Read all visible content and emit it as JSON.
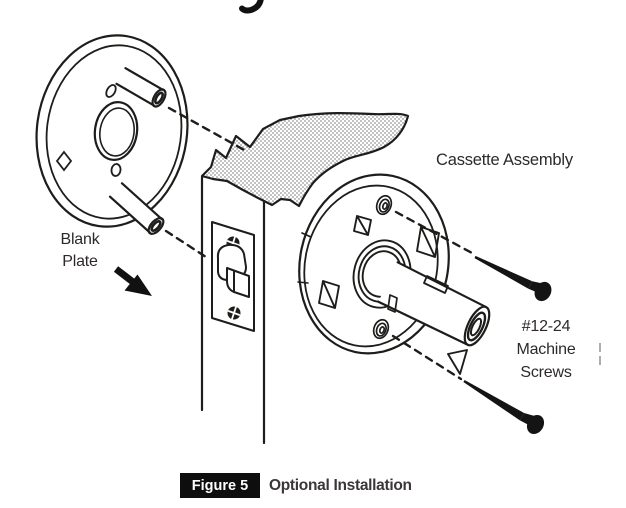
{
  "figure": {
    "caption_label": "Figure 5",
    "caption_title": "Optional Installation",
    "truncated_title_fragment": "y"
  },
  "callouts": {
    "blank_plate": [
      "Blank",
      "Plate"
    ],
    "cassette_assembly": "Cassette Assembly",
    "machine_screws": [
      "#12-24",
      "Machine",
      "Screws"
    ]
  },
  "illustration": {
    "type": "exploded installation line drawing",
    "parts": [
      "blank-plate-with-posts",
      "door-edge-with-latch",
      "cassette-assembly-with-spindle",
      "machine-screw-upper",
      "machine-screw-lower",
      "alignment-dashed-lines",
      "direction-arrow"
    ]
  },
  "colors": {
    "background": "#ffffff",
    "line_art": "#1d1d1b",
    "stipple_fill": "#8f8f8f",
    "label_text": "#2d292a",
    "caption_box": "#0e0e0e",
    "caption_box_text": "#ffffff",
    "caption_title_text": "#3b3738"
  }
}
